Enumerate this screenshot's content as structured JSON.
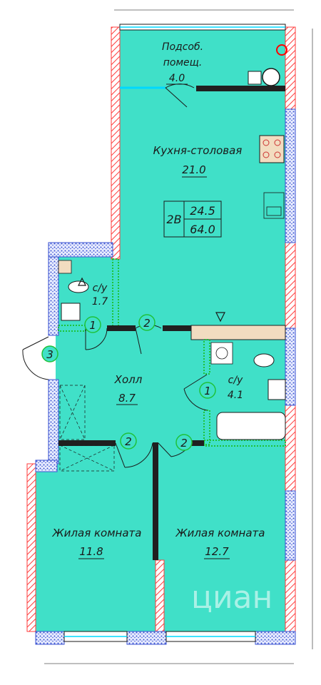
{
  "colors": {
    "floor": "#40e0c8",
    "wall_outer": "#ff3b3b",
    "wall_blue": "#3a52d0",
    "partition": "#1ec23a",
    "wall_dark": "#202020",
    "window": "#00d8ff"
  },
  "rooms": {
    "utility": {
      "name": "Подсоб.",
      "name2": "помещ.",
      "area": "4.0"
    },
    "kitchen": {
      "name": "Кухня-столовая",
      "area": "21.0"
    },
    "wc_small": {
      "name": "с/у",
      "area": "1.7"
    },
    "wc_big": {
      "name": "с/у",
      "area": "4.1"
    },
    "hall": {
      "name": "Холл",
      "area": "8.7"
    },
    "bedroom_left": {
      "name": "Жилая комната",
      "area": "11.8"
    },
    "bedroom_right": {
      "name": "Жилая комната",
      "area": "12.7"
    }
  },
  "apartment": {
    "type": "2В",
    "living_area": "24.5",
    "total_area": "64.0"
  },
  "door_marks": {
    "m1": "1",
    "m2": "2",
    "m3": "3",
    "m4": "1",
    "m5": "2",
    "m6": "2"
  },
  "watermark": "циан"
}
